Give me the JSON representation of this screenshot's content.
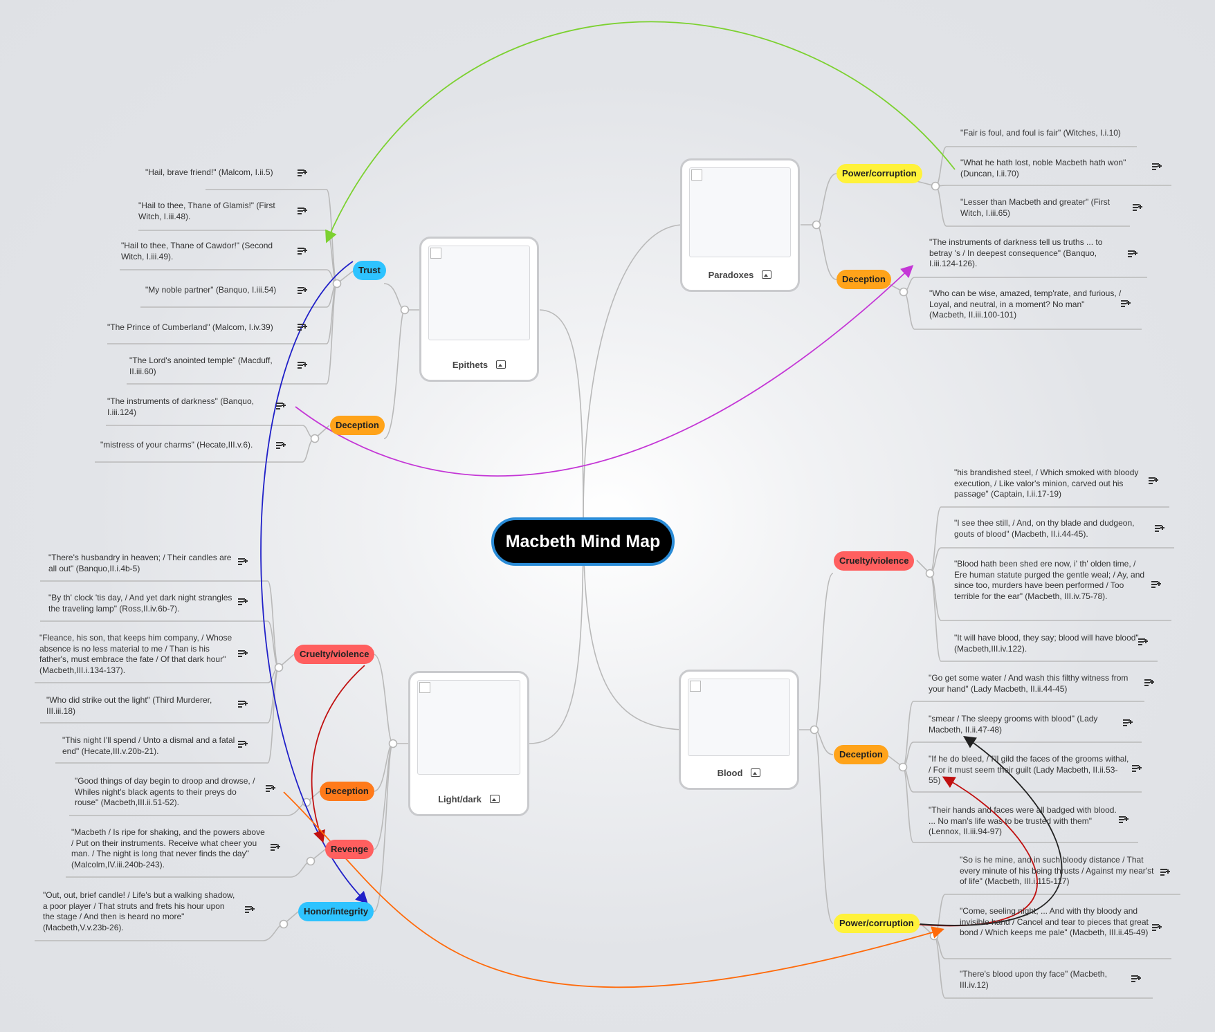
{
  "central": "Macbeth Mind Map",
  "branches": {
    "epithets": {
      "caption": "Epithets",
      "trust": {
        "label": "Trust",
        "items": [
          "\"Hail, brave friend!\" (Malcom, I.ii.5)",
          "\"Hail to thee, Thane of Glamis!\" (First Witch, I.iii.48).",
          "\"Hail to thee, Thane of Cawdor!\" (Second Witch, I.iii.49).",
          "\"My noble partner\" (Banquo, I.iii.54)",
          "\"The Prince of Cumberland\" (Malcom, I.iv.39)",
          "\"The Lord's anointed temple\" (Macduff, II.iii.60)"
        ]
      },
      "deception": {
        "label": "Deception",
        "items": [
          "\"The instruments of darkness\" (Banquo, I.iii.124)",
          "\"mistress of your charms\" (Hecate,III.v.6)."
        ]
      }
    },
    "paradoxes": {
      "caption": "Paradoxes",
      "power": {
        "label": "Power/corruption",
        "items": [
          "\"Fair is foul, and foul is fair\" (Witches, I.i.10)",
          "\"What he hath lost, noble Macbeth hath won\" (Duncan, I.ii.70)",
          "\"Lesser than Macbeth and greater\" (First Witch, I.iii.65)"
        ]
      },
      "deception": {
        "label": "Deception",
        "items": [
          "\"The instruments of darkness tell us truths ... to betray 's / In deepest consequence\" (Banquo, I.iii.124-126).",
          "\"Who can be wise, amazed, temp'rate, and furious, / Loyal, and neutral, in a moment? No man\" (Macbeth, II.iii.100-101)"
        ]
      }
    },
    "lightdark": {
      "caption": "Light/dark",
      "cruelty": {
        "label": "Cruelty/violence",
        "items": [
          "\"There's husbandry in heaven; / Their candles are all out\" (Banquo,II.i.4b-5)",
          "\"By th' clock 'tis day, / And yet dark night strangles the traveling lamp\" (Ross,II.iv.6b-7).",
          "\"Fleance, his son, that keeps him company, / Whose absence is no less material to me / Than is his father's, must embrace the fate / Of that dark hour\" (Macbeth,III.i.134-137).",
          "\"Who did strike out the light\" (Third Murderer, III.iii.18)",
          "\"This night I'll spend / Unto a dismal and a fatal end\" (Hecate,III.v.20b-21)."
        ]
      },
      "deception": {
        "label": "Deception",
        "items": [
          "\"Good things of day begin to droop and drowse, / Whiles night's black agents to their preys do rouse\" (Macbeth,III.ii.51-52)."
        ]
      },
      "revenge": {
        "label": "Revenge",
        "items": [
          "\"Macbeth / Is ripe for shaking, and the powers above / Put on their instruments. Receive what cheer you man. / The night is long that never finds the day\" (Malcolm,IV.iii.240b-243)."
        ]
      },
      "honor": {
        "label": "Honor/integrity",
        "items": [
          "\"Out, out, brief candle! / Life's but a walking shadow, a poor player / That struts and frets his hour upon the stage / And then is heard no more\" (Macbeth,V.v.23b-26)."
        ]
      }
    },
    "blood": {
      "caption": "Blood",
      "cruelty": {
        "label": "Cruelty/violence",
        "items": [
          "\"his brandished steel, / Which smoked with bloody execution, / Like valor's minion, carved out his passage\" (Captain, I.ii.17-19)",
          "\"I see thee still, / And, on thy blade and dudgeon, gouts of blood\" (Macbeth, II.i.44-45).",
          "\"Blood hath been shed ere now, i' th' olden time, / Ere human statute purged the gentle weal; / Ay, and since too, murders have been performed / Too terrible for the ear\" (Macbeth, III.iv.75-78).",
          "\"It will have blood, they say; blood will have blood\" (Macbeth,III.iv.122)."
        ]
      },
      "deception": {
        "label": "Deception",
        "items": [
          "\"Go get some water / And wash this filthy witness from your hand\" (Lady Macbeth, II.ii.44-45)",
          "\"smear / The sleepy grooms with blood\" (Lady Macbeth, II.ii.47-48)",
          "\"If he do bleed, / I'll gild the faces of the grooms withal, / For it must seem their guilt (Lady Macbeth, II.ii.53-55)",
          "\"Their hands and faces were all badged with blood. ... No man's life was to be trusted with them\" (Lennox, II.iii.94-97)"
        ]
      },
      "power": {
        "label": "Power/corruption",
        "items": [
          "\"So is he mine, and in such bloody distance / That every minute of his being thrusts / Against my near'st of life\" (Macbeth, III.i.115-117)",
          "\"Come, seeling night, ... And with thy bloody and invisible hand / Cancel and tear to pieces that great bond / Which keeps me pale\" (Macbeth, III.ii.45-49)",
          "\"There's blood upon thy face\" (Macbeth, III.iv.12)"
        ]
      }
    }
  },
  "colors": {
    "central_border": "#2a8bd6",
    "yellow": "#fff23a",
    "orange": "#ffa31a",
    "red": "#ff5f5f",
    "blue": "#2ec3ff",
    "link_green": "#7cd130",
    "link_magenta": "#c437d6",
    "link_blue": "#2020c8",
    "link_red": "#c01010",
    "link_orange": "#ff6a0a",
    "link_black": "#222222"
  },
  "icons": [
    "note-icon",
    "image-icon"
  ]
}
